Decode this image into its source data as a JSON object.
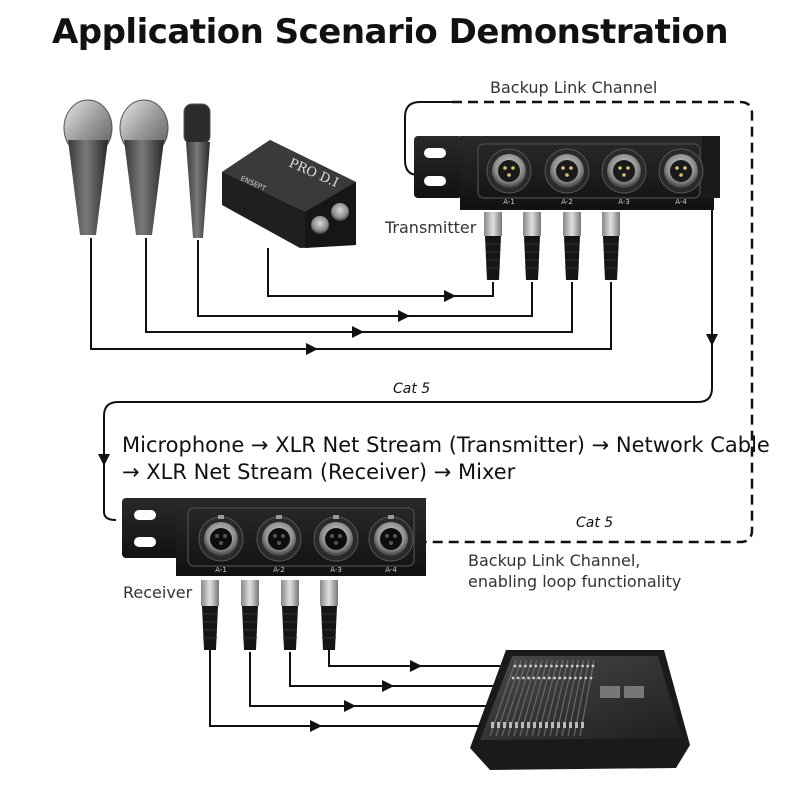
{
  "title": "Application Scenario Demonstration",
  "labels": {
    "backup_top": "Backup Link Channel",
    "transmitter": "Transmitter",
    "receiver": "Receiver",
    "cat5_top": "Cat 5",
    "cat5_bottom": "Cat 5",
    "backup_bottom_line1": "Backup Link Channel,",
    "backup_bottom_line2": "enabling loop functionality",
    "flow_line1": "Microphone → XLR Net Stream (Transmitter) → Network Cable",
    "flow_line2": "→ XLR Net Stream (Receiver) → Mixer"
  },
  "di_box": {
    "brand_text": "PRO D.I",
    "maker_text": "ENSEPT"
  },
  "transmitter_ports": [
    "A-1",
    "A-2",
    "A-3",
    "A-4"
  ],
  "receiver_ports": [
    "A-1",
    "A-2",
    "A-3",
    "A-4"
  ],
  "icons": [
    "microphone-icon",
    "di-box-icon",
    "xlr-male-connector-icon",
    "xlr-female-connector-icon",
    "mixer-icon",
    "arrow-icon"
  ],
  "colors": {
    "line": "#111111",
    "panel": "#1b1b1b",
    "title": "#111111"
  }
}
